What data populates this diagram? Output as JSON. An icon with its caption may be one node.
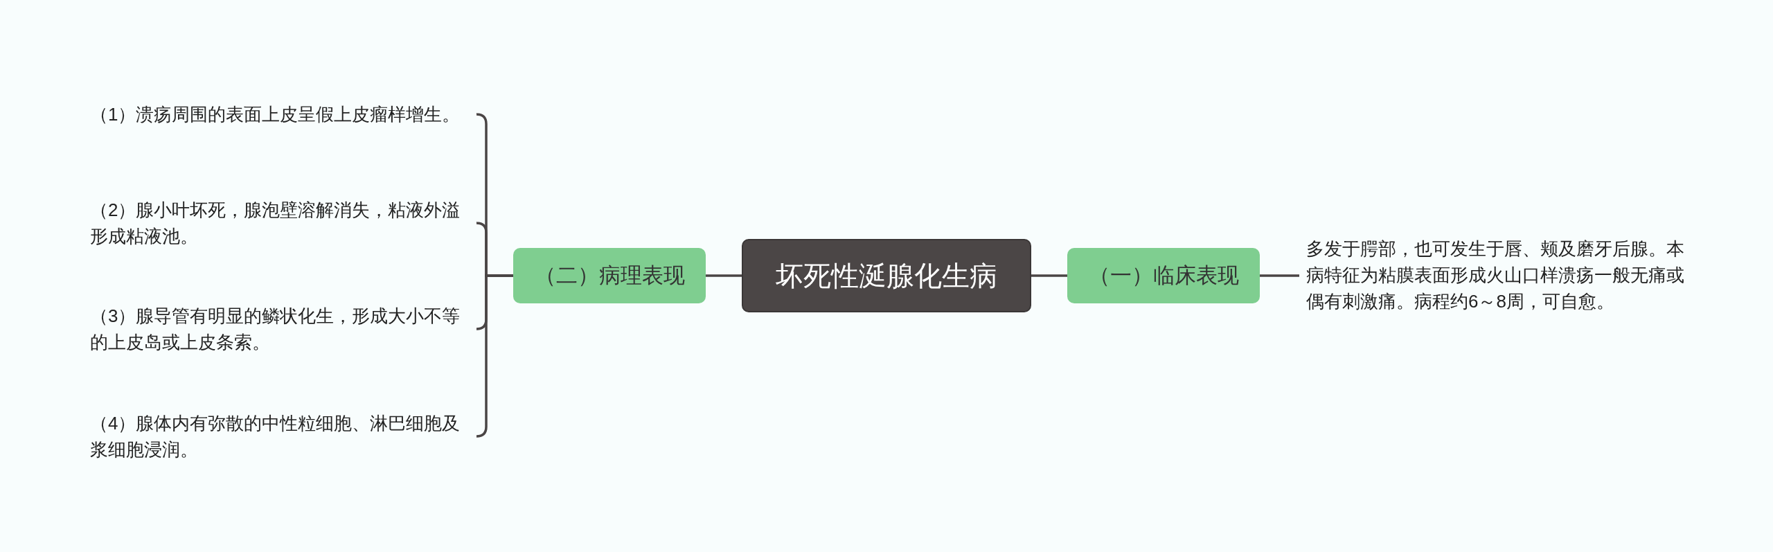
{
  "diagram": {
    "nodes": [
      {
        "text": [
          "坏死性涎腺化生病"
        ]
      },
      {
        "text": [
          "（一）临床表现"
        ]
      },
      {
        "text": [
          "多发于腭部，也可发生于唇、颊及磨牙后腺。本病特征为粘膜表面形成火山口样溃疡一般无痛或偶有刺激痛。病程约6～8周，可自愈。"
        ]
      },
      {
        "text": [
          "（二）病理表现"
        ]
      },
      {
        "text": [
          "（1）溃疡周围的表面上皮呈假上皮瘤样增生。"
        ]
      },
      {
        "text": [
          "（2）腺小叶坏死，腺泡壁溶解消失，粘液外溢形成粘液池。"
        ]
      },
      {
        "text": [
          "（3）腺导管有明显的鳞状化生，形成大小不等的上皮岛或上皮条索。"
        ]
      },
      {
        "text": [
          "（4）腺体内有弥散的中性粒细胞、淋巴细胞及浆细胞浸润。"
        ]
      }
    ],
    "edges": [
      {
        "from": 0,
        "to": 1,
        "arrow": "none"
      },
      {
        "from": 1,
        "to": 2,
        "arrow": "none"
      },
      {
        "from": 0,
        "to": 3,
        "arrow": "none"
      },
      {
        "from": 3,
        "to": 4,
        "arrow": "none"
      },
      {
        "from": 3,
        "to": 5,
        "arrow": "none"
      },
      {
        "from": 3,
        "to": 6,
        "arrow": "none"
      },
      {
        "from": 3,
        "to": 7,
        "arrow": "none"
      }
    ]
  }
}
